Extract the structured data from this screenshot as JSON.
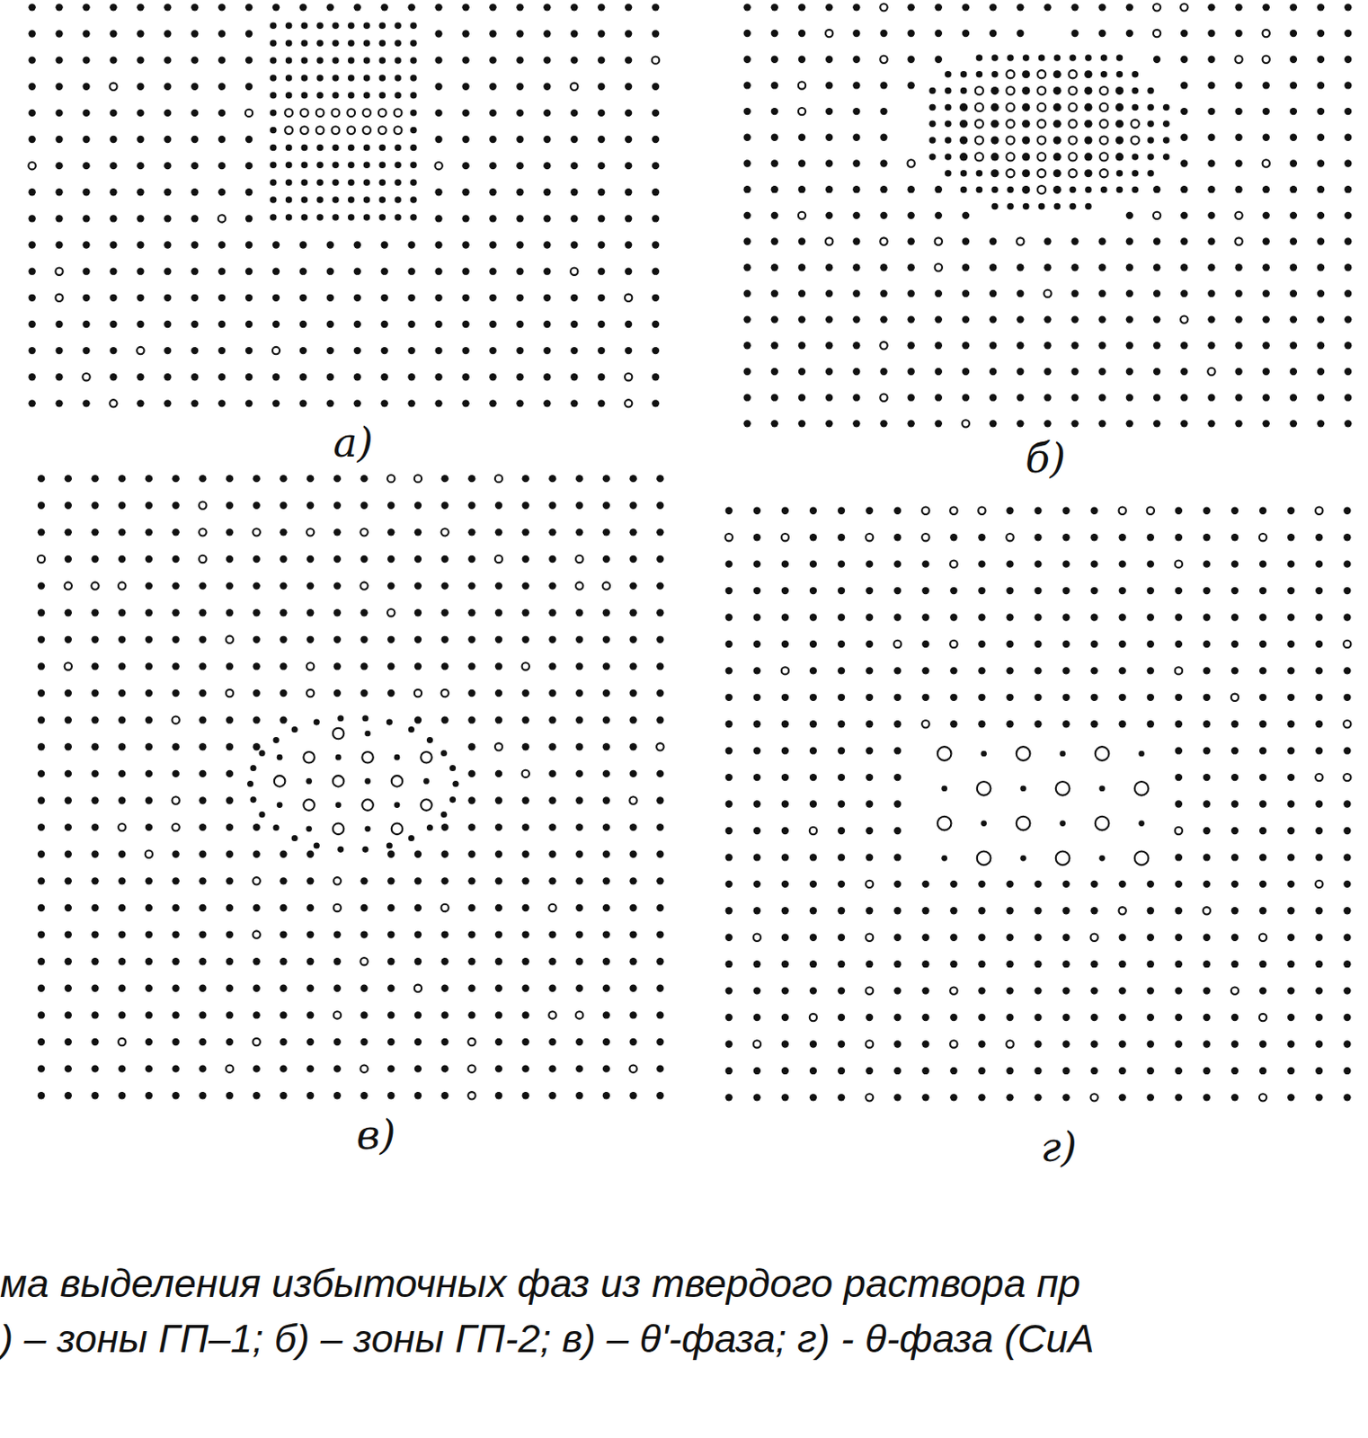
{
  "diagram": {
    "labels": [
      "а)",
      "б)",
      "в)",
      "г)",
      "ма выделения избыточных фаз из твердого раствора пр",
      ") – зоны ГП–1; б) – зоны ГП-2; в) – θ'-фаза; г) - θ-фаза (CuA"
    ]
  }
}
